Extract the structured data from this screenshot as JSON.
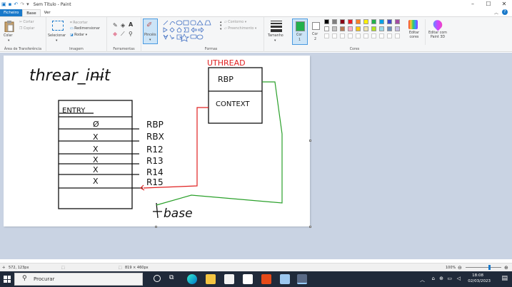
{
  "window": {
    "title": "Sem Título - Paint",
    "controls": {
      "minimize": "–",
      "maximize": "☐",
      "close": "✕"
    }
  },
  "tabs": {
    "file": "Ficheiro",
    "home": "Base",
    "view": "Ver"
  },
  "ribbon": {
    "clipboard": {
      "paste": "Colar",
      "cut": "Cortar",
      "copy": "Copiar",
      "label": "Área de Transferência"
    },
    "image": {
      "select": "Selecionar",
      "crop": "Recortar",
      "resize": "Redimensionar",
      "rotate": "Rodar",
      "label": "Imagem"
    },
    "tools": {
      "label": "Ferramentas"
    },
    "brushes": {
      "label": "Pincéis"
    },
    "shapes": {
      "outline": "Contorno",
      "fill": "Preenchimento",
      "label": "Formas"
    },
    "size": {
      "label": "Tamanho"
    },
    "color1": {
      "label": "Cor",
      "num": "1"
    },
    "color2": {
      "label": "Cor",
      "num": "2"
    },
    "colors": {
      "label": "Cores"
    },
    "edit_colors": "Editar cores",
    "paint3d": "Editar com Paint 3D"
  },
  "palette_colors": [
    "#000000",
    "#7f7f7f",
    "#880015",
    "#ed1c24",
    "#ff7f27",
    "#fff200",
    "#22b14c",
    "#00a2e8",
    "#3f48cc",
    "#a349a4",
    "#ffffff",
    "#c3c3c3",
    "#b97a57",
    "#ffaec9",
    "#ffc90e",
    "#efe4b0",
    "#b5e61d",
    "#99d9ea",
    "#7092be",
    "#c8bfe7"
  ],
  "status": {
    "cursor_pos": "572, 123px",
    "canvas_size": "819 × 460px",
    "zoom": "100%",
    "zoom_fraction": 0.63
  },
  "taskbar": {
    "search_placeholder": "Procurar",
    "time": "18:08",
    "date": "02/03/2023"
  },
  "drawing": {
    "title": "threar_init",
    "uthread_label": "UTHREAD",
    "rbp_box": "RBP",
    "context_box": "CONTEXT",
    "entry_label": "ENTRY",
    "row_marks": [
      "Ø",
      "X",
      "X",
      "X",
      "X",
      "X"
    ],
    "registers": [
      "RBP",
      "RBX",
      "R12",
      "R13",
      "R14",
      "R15"
    ],
    "base_label": "base"
  }
}
